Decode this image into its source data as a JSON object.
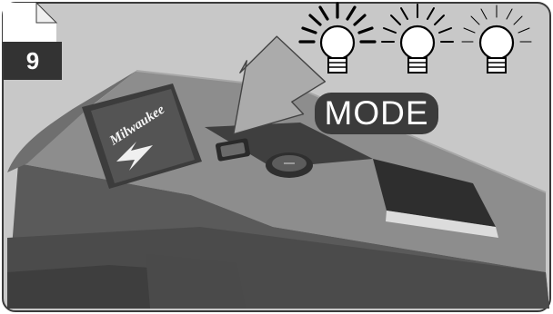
{
  "step": {
    "number": "9"
  },
  "mode_button": {
    "label": "MODE"
  },
  "product": {
    "brand": "Milwaukee"
  },
  "light_levels": [
    {
      "name": "high",
      "icon": "bulb-high-icon"
    },
    {
      "name": "medium",
      "icon": "bulb-medium-icon"
    },
    {
      "name": "low",
      "icon": "bulb-low-icon"
    }
  ],
  "icons": [
    "press-arrow-icon",
    "power-button-icon",
    "mode-button-icon",
    "lightning-bolt-icon"
  ]
}
